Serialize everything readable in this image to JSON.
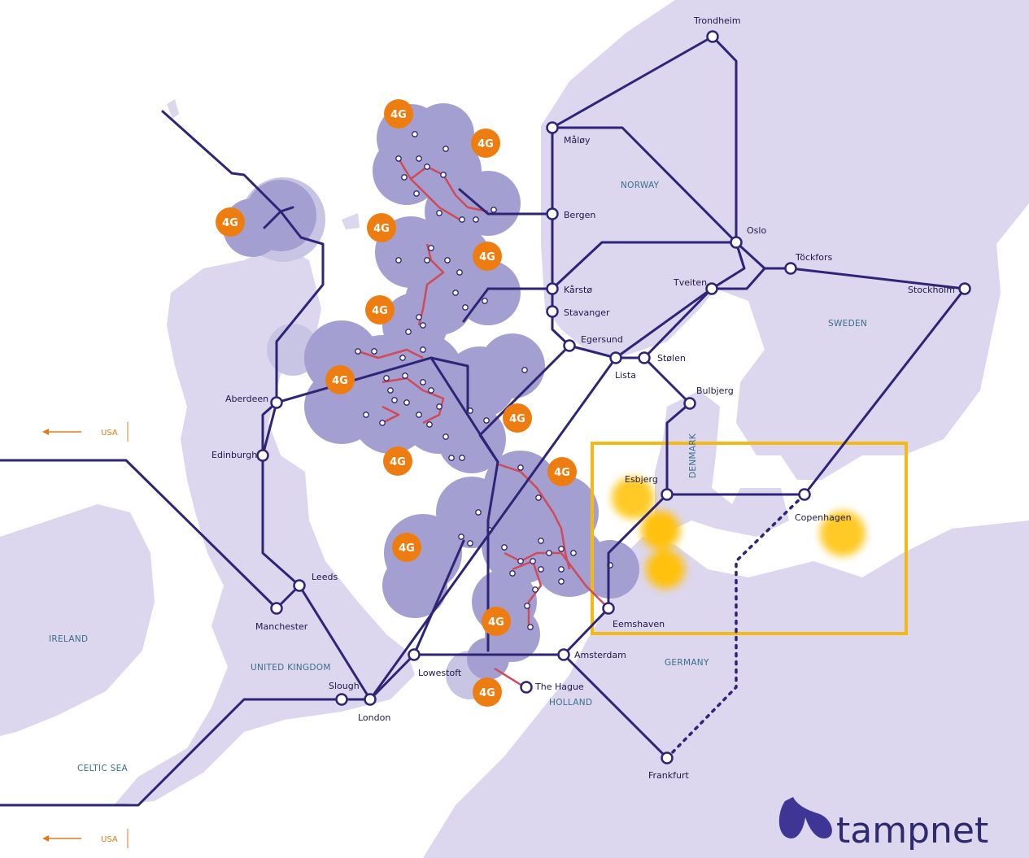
{
  "colors": {
    "land": "#dcd6ee",
    "coverage": "#a49fd1",
    "backbone": "#2e2576",
    "field_link": "#d04a5a",
    "badge": "#ee7d11",
    "highlight_box": "#f3b916",
    "hotspot": "#ffc107"
  },
  "cities": {
    "trondheim": "Trondheim",
    "maloy": "Måløy",
    "bergen": "Bergen",
    "oslo": "Oslo",
    "tockfors": "Töckfors",
    "stockholm": "Stockholm",
    "tveiten": "Tveiten",
    "karsto": "Kårstø",
    "stavanger": "Stavanger",
    "egersund": "Egersund",
    "lista": "Lista",
    "stolen": "Stølen",
    "bulbjerg": "Bulbjerg",
    "esbjerg": "Esbjerg",
    "copenhagen": "Copenhagen",
    "eemshaven": "Eemshaven",
    "amsterdam": "Amsterdam",
    "the_hague": "The Hague",
    "frankfurt": "Frankfurt",
    "aberdeen": "Aberdeen",
    "edinburgh": "Edinburgh",
    "leeds": "Leeds",
    "manchester": "Manchester",
    "slough": "Slough",
    "london": "London",
    "lowestoft": "Lowestoft"
  },
  "countries": {
    "norway": "NORWAY",
    "sweden": "SWEDEN",
    "denmark": "DENMARK",
    "germany": "GERMANY",
    "holland": "HOLLAND",
    "uk": "UNITED KINGDOM",
    "ireland": "IRELAND",
    "celtic_sea": "CELTIC SEA"
  },
  "usa_label": "USA",
  "badge_label": "4G",
  "logo": {
    "text": "tampnet"
  }
}
